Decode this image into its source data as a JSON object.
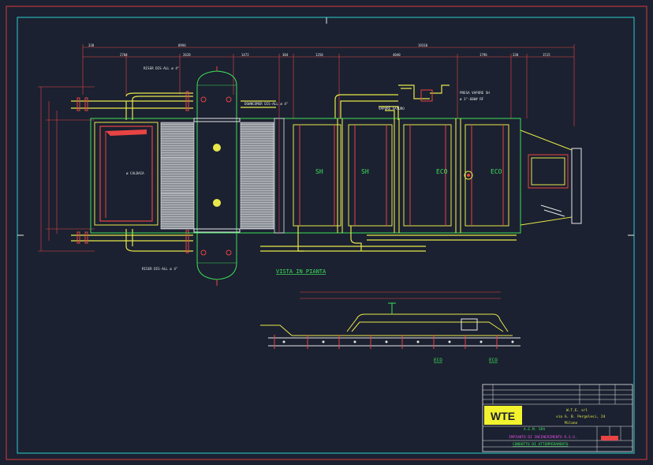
{
  "drawing": {
    "plan_view_title": "VISTA IN PIANTA",
    "lower_labels": {
      "eco": "ECO",
      "eco2": "ECO"
    },
    "section_labels": {
      "sh1": "SH",
      "sh2": "SH",
      "eco1": "ECO",
      "eco2": "ECO"
    },
    "callouts": {
      "presa_vapore": "PRESA VAPORE SH",
      "presa_vapore_sub": "ø 3\"-600# RF",
      "vapore_saturo": "VAPORE SATURO",
      "caldaia": "ø CALDAIA",
      "riser_top": "RISER DIS-ALL ø 4\"",
      "riser_bottom": "RISER DIS-ALL ø 4\"",
      "downcomer": "DOWNCOMER DIS-ALL ø 4\""
    },
    "dims_top": [
      "330",
      "8994",
      "2704",
      "2628",
      "1472",
      "304",
      "1350",
      "4040",
      "1796",
      "330",
      "1515",
      "19310"
    ]
  },
  "title_block": {
    "logo": "WTE",
    "company": "W.T.E. srl",
    "address": "via G. B. Pergolesi, 24",
    "city": "Milano",
    "client": "A.E.M. SPA",
    "project": "IMPIANTO DI INCENERIMENTO R.S.U.",
    "drawing_title": "CONDOTTO DI ATTEMPERAMENTO"
  },
  "colors": {
    "background": "#1b2130",
    "frame": "#d43a3a",
    "inner_frame": "#2ad0d0",
    "yellow": "#e8e84a",
    "green": "#3ee05a",
    "red": "#e84444",
    "white": "#e8e8e8",
    "magenta": "#e050e0"
  }
}
